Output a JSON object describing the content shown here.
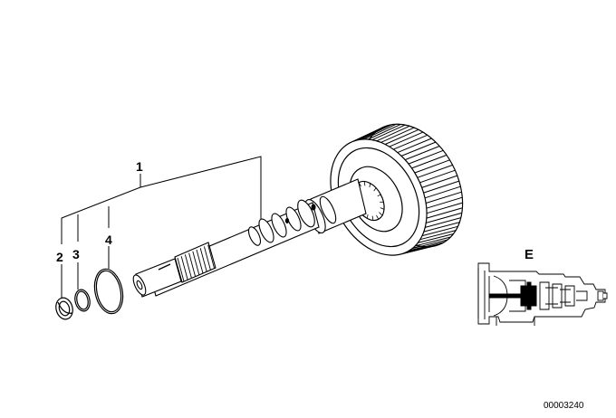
{
  "callouts": {
    "part_1": "1",
    "part_2": "2",
    "part_3": "3",
    "part_4": "4"
  },
  "inset": {
    "label": "E"
  },
  "reference_number": "00003240",
  "colors": {
    "line": "#000000",
    "background": "#ffffff",
    "highlight": "#000000"
  }
}
